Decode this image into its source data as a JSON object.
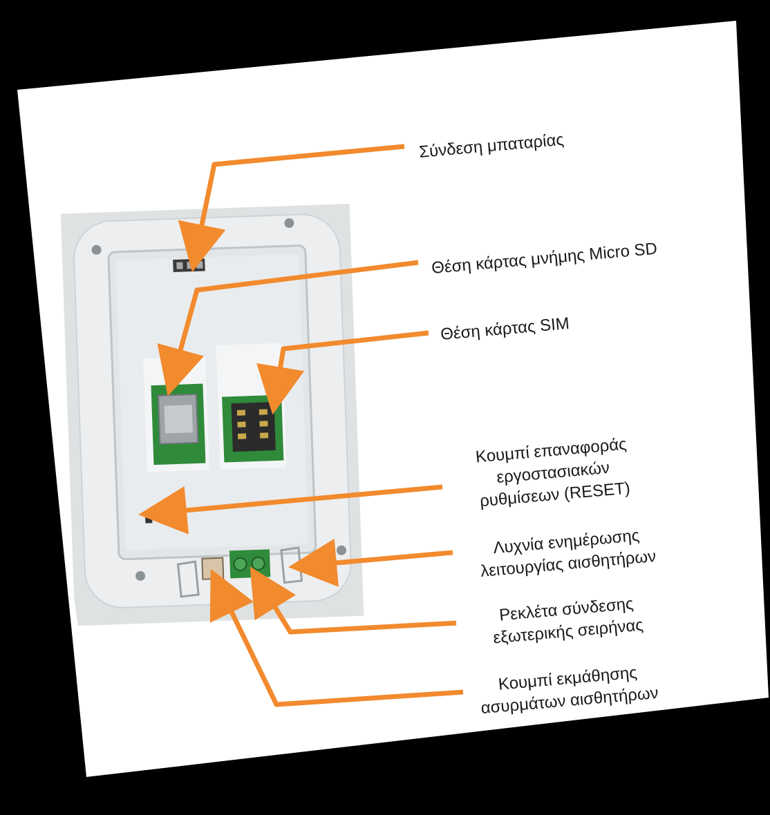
{
  "colors": {
    "background": "#000000",
    "sheet": "#ffffff",
    "arrow": "#f28a2e",
    "pcb": "#2f8a3a",
    "case": "#e9ebec"
  },
  "labels": {
    "battery": "Σύνδεση μπαταρίας",
    "microsd": "Θέση κάρτας μνήμης Micro SD",
    "sim": "Θέση κάρτας SIM",
    "reset": [
      "Κουμπί επαναφοράς",
      "εργοστασιακών",
      "ρυθμίσεων (RESET)"
    ],
    "led": [
      "Λυχνία ενημέρωσης",
      "λειτουργίας αισθητήρων"
    ],
    "siren": [
      "Ρεκλέτα σύνδεσης",
      "εξωτερικής σειρήνας"
    ],
    "learn": [
      "Κουμπί εκμάθησης",
      "ασυρμάτων αισθητήρων"
    ]
  }
}
